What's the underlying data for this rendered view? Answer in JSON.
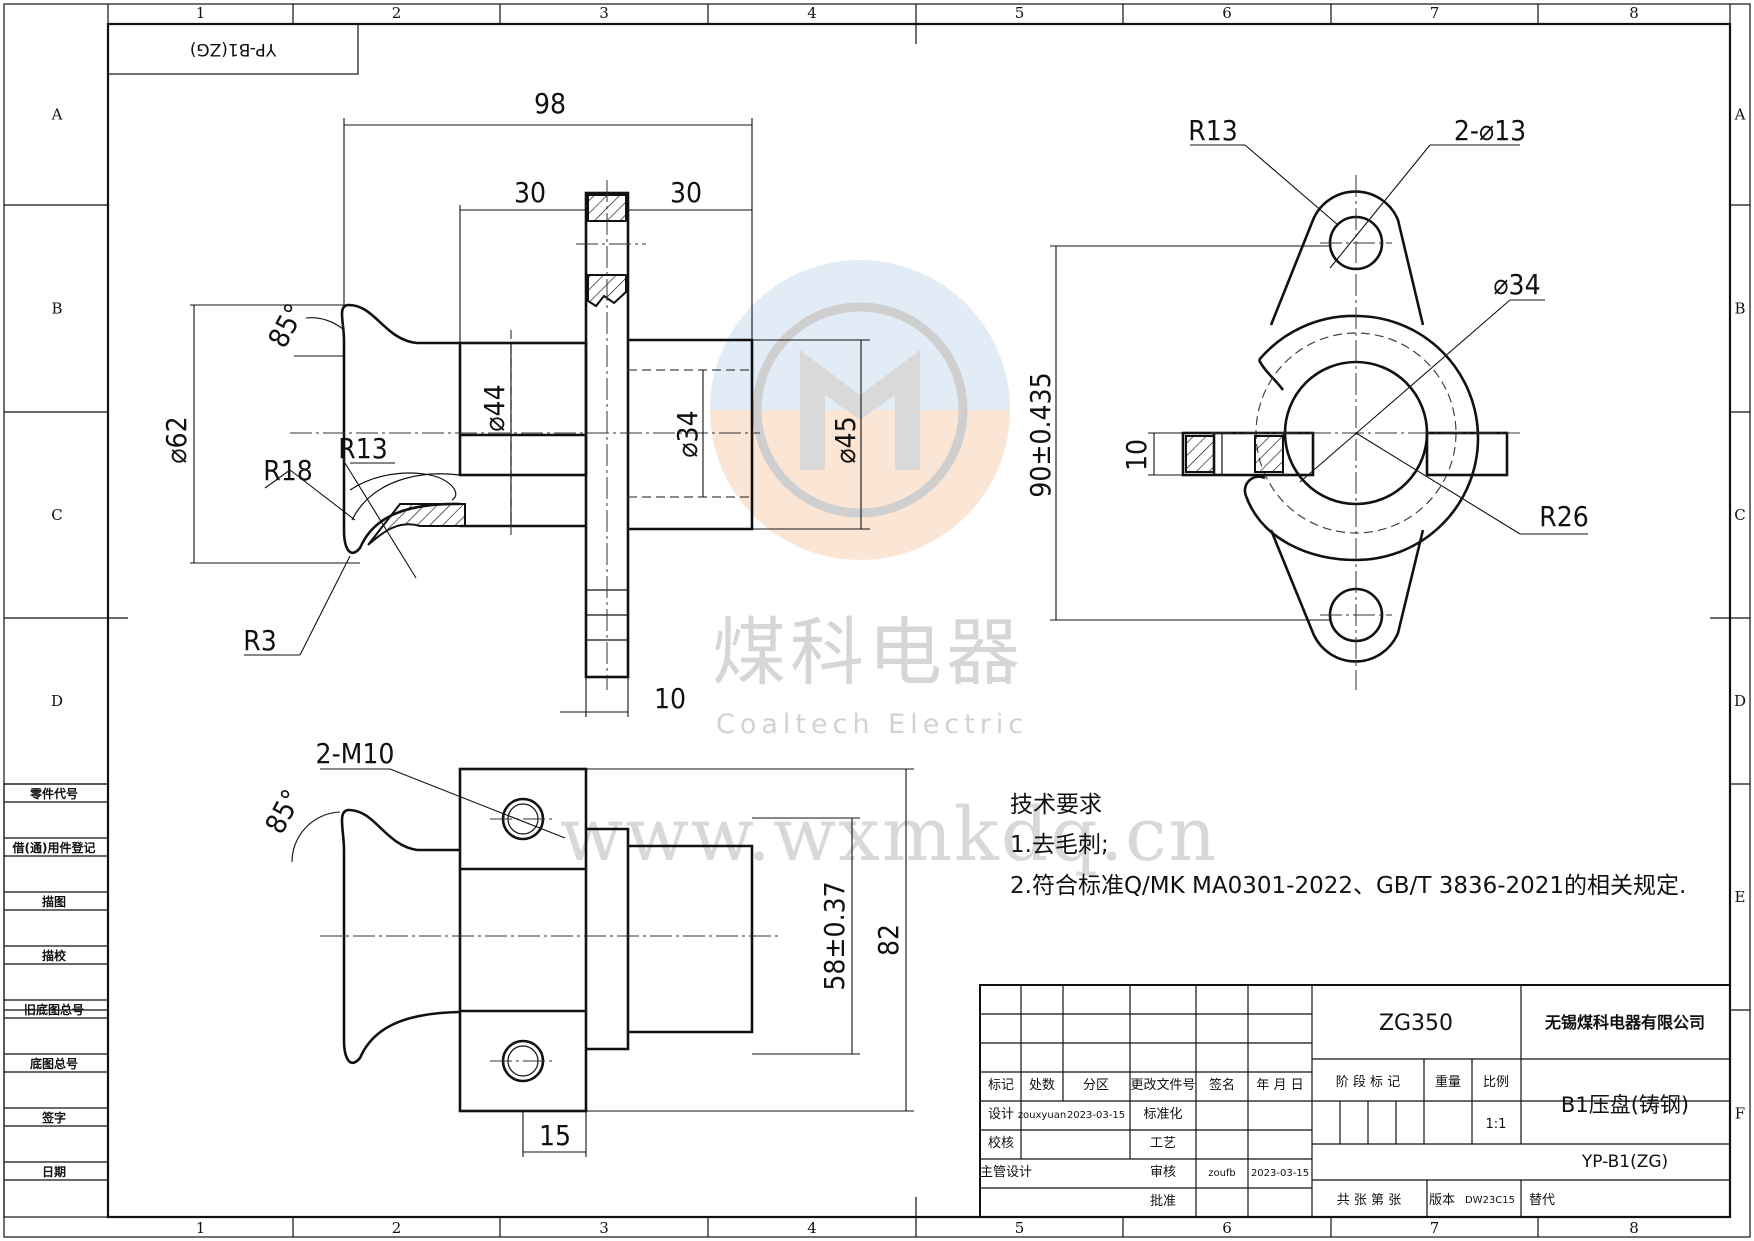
{
  "title_stamp": "YP-B1(ZG)",
  "zones": {
    "cols": [
      "1",
      "2",
      "3",
      "4",
      "5",
      "6",
      "7",
      "8"
    ],
    "rows": [
      "A",
      "B",
      "C",
      "D",
      "E",
      "F"
    ]
  },
  "side_labels": [
    "零件代号",
    "借(通)用件登记",
    "描图",
    "描校",
    "旧底图总号",
    "底图总号",
    "签字",
    "日期"
  ],
  "dims": {
    "d98": "98",
    "d30a": "30",
    "d30b": "30",
    "phi62": "⌀62",
    "phi44": "⌀44",
    "phi34a": "⌀34",
    "phi45": "⌀45",
    "d10a": "10",
    "r18": "R18",
    "r13a": "R13",
    "r3": "R3",
    "a85a": "85°",
    "r13b": "R13",
    "hole2": "2-⌀13",
    "phi34b": "⌀34",
    "tol90": "90±0.435",
    "d10b": "10",
    "r26": "R26",
    "m10": "2-M10",
    "a85b": "85°",
    "tol58": "58±0.37",
    "d82": "82",
    "d15": "15"
  },
  "watermark": {
    "cn": "煤科电器",
    "en": "Coaltech Electric",
    "url": "www.wxmkdq.cn"
  },
  "notes": {
    "heading": "技术要求",
    "items": [
      "1.去毛刺;",
      "2.符合标准Q/MK MA0301-2022、GB/T 3836-2021的相关规定."
    ]
  },
  "title_block": {
    "model": "ZG350",
    "company": "无锡煤科电器有限公司",
    "part_name": "B1压盘(铸钢)",
    "drawing_no": "YP-B1(ZG)",
    "stage_mark": "阶 段 标 记",
    "weight": "重量",
    "scale_label": "比例",
    "scale": "1:1",
    "h_mark": "标记",
    "h_count": "处数",
    "h_zone": "分区",
    "h_change": "更改文件号",
    "h_sign": "签名",
    "h_date": "年 月 日",
    "design": "设计",
    "designer": "zouxyuan",
    "design_date": "2023-03-15",
    "standard": "标准化",
    "check": "校核",
    "process": "工艺",
    "chief": "主管设计",
    "review": "审核",
    "reviewer": "zoufb",
    "review_date": "2023-03-15",
    "approve": "批准",
    "sheets": "共 张 第 张",
    "version_label": "版本",
    "version": "DW23C15",
    "replace": "替代"
  }
}
